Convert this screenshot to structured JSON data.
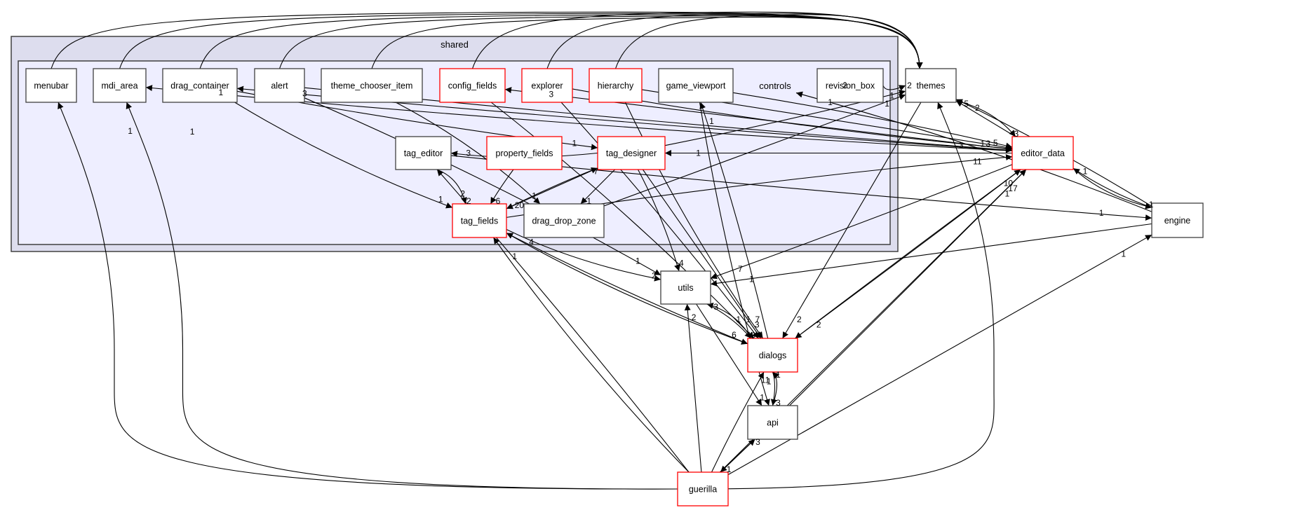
{
  "diagram": {
    "title": "controls directory dependency graph",
    "clusters": {
      "outer_label": "shared",
      "inner_label": "controls"
    },
    "colors": {
      "outer_fill": "#ddddee",
      "inner_fill": "#eeeeff",
      "node_border": "#404040",
      "incomplete_border": "#ff0000",
      "edge": "#000000"
    },
    "nodes": [
      {
        "id": "menubar",
        "label": "menubar",
        "highlight": false
      },
      {
        "id": "mdi_area",
        "label": "mdi_area",
        "highlight": false
      },
      {
        "id": "drag_container",
        "label": "drag_container",
        "highlight": false
      },
      {
        "id": "alert",
        "label": "alert",
        "highlight": false
      },
      {
        "id": "theme_chooser_item",
        "label": "theme_chooser_item",
        "highlight": false
      },
      {
        "id": "config_fields",
        "label": "config_fields",
        "highlight": true
      },
      {
        "id": "explorer",
        "label": "explorer",
        "highlight": true
      },
      {
        "id": "hierarchy",
        "label": "hierarchy",
        "highlight": true
      },
      {
        "id": "game_viewport",
        "label": "game_viewport",
        "highlight": false
      },
      {
        "id": "revision_box",
        "label": "revision_box",
        "highlight": false
      },
      {
        "id": "tag_editor",
        "label": "tag_editor",
        "highlight": false
      },
      {
        "id": "property_fields",
        "label": "property_fields",
        "highlight": true
      },
      {
        "id": "tag_designer",
        "label": "tag_designer",
        "highlight": true
      },
      {
        "id": "tag_fields",
        "label": "tag_fields",
        "highlight": true
      },
      {
        "id": "drag_drop_zone",
        "label": "drag_drop_zone",
        "highlight": false
      },
      {
        "id": "themes",
        "label": "themes",
        "highlight": false
      },
      {
        "id": "editor_data",
        "label": "editor_data",
        "highlight": true
      },
      {
        "id": "engine",
        "label": "engine",
        "highlight": false
      },
      {
        "id": "utils",
        "label": "utils",
        "highlight": false
      },
      {
        "id": "dialogs",
        "label": "dialogs",
        "highlight": true
      },
      {
        "id": "api",
        "label": "api",
        "highlight": false
      },
      {
        "id": "guerilla",
        "label": "guerilla",
        "highlight": true
      }
    ],
    "edges": [
      {
        "from": "menubar",
        "to": "themes",
        "label": "2"
      },
      {
        "from": "mdi_area",
        "to": "themes",
        "label": ""
      },
      {
        "from": "drag_container",
        "to": "themes",
        "label": ""
      },
      {
        "from": "alert",
        "to": "themes",
        "label": ""
      },
      {
        "from": "theme_chooser_item",
        "to": "themes",
        "label": ""
      },
      {
        "from": "config_fields",
        "to": "themes",
        "label": ""
      },
      {
        "from": "explorer",
        "to": "themes",
        "label": ""
      },
      {
        "from": "hierarchy",
        "to": "themes",
        "label": ""
      },
      {
        "from": "guerilla",
        "to": "menubar",
        "label": "1"
      },
      {
        "from": "guerilla",
        "to": "mdi_area",
        "label": "1"
      },
      {
        "from": "editor_data",
        "to": "mdi_area",
        "label": "1"
      },
      {
        "from": "editor_data",
        "to": "drag_container",
        "label": "3"
      },
      {
        "from": "editor_data",
        "to": "config_fields",
        "label": "3"
      },
      {
        "from": "dialogs",
        "to": "game_viewport",
        "label": "1"
      },
      {
        "from": "engine",
        "to": "controls",
        "label": "1"
      },
      {
        "from": "revision_box",
        "to": "themes",
        "label": "2"
      },
      {
        "from": "tag_designer",
        "to": "themes",
        "label": "1"
      },
      {
        "from": "editor_data",
        "to": "themes",
        "label": "5"
      },
      {
        "from": "engine",
        "to": "themes",
        "label": "2"
      },
      {
        "from": "themes",
        "to": "editor_data",
        "label": "3"
      },
      {
        "from": "explorer",
        "to": "editor_data",
        "label": "1"
      },
      {
        "from": "alert",
        "to": "editor_data",
        "label": "3"
      },
      {
        "from": "hierarchy",
        "to": "editor_data",
        "label": "3"
      },
      {
        "from": "game_viewport",
        "to": "editor_data",
        "label": "5"
      },
      {
        "from": "tag_fields",
        "to": "editor_data",
        "label": "11"
      },
      {
        "from": "tag_designer",
        "to": "tag_editor",
        "label": "3"
      },
      {
        "from": "drag_container",
        "to": "tag_designer",
        "label": "1"
      },
      {
        "from": "editor_data",
        "to": "tag_designer",
        "label": "1"
      },
      {
        "from": "guerilla",
        "to": "tag_editor",
        "label": "2"
      },
      {
        "from": "tag_editor",
        "to": "tag_fields",
        "label": "2"
      },
      {
        "from": "drag_container",
        "to": "tag_fields",
        "label": "1"
      },
      {
        "from": "property_fields",
        "to": "tag_fields",
        "label": "6"
      },
      {
        "from": "tag_designer",
        "to": "tag_fields",
        "label": "20"
      },
      {
        "from": "tag_fields",
        "to": "tag_designer",
        "label": "7"
      },
      {
        "from": "theme_chooser_item",
        "to": "drag_drop_zone",
        "label": "1"
      },
      {
        "from": "tag_designer",
        "to": "drag_drop_zone",
        "label": "1"
      },
      {
        "from": "tag_editor",
        "to": "engine",
        "label": "1"
      },
      {
        "from": "drag_drop_zone",
        "to": "themes",
        "label": "1"
      },
      {
        "from": "tag_designer",
        "to": "utils",
        "label": "4"
      },
      {
        "from": "alert",
        "to": "utils",
        "label": "1"
      },
      {
        "from": "tag_fields",
        "to": "utils",
        "label": "2"
      },
      {
        "from": "editor_data",
        "to": "utils",
        "label": "7"
      },
      {
        "from": "engine",
        "to": "utils",
        "label": "1"
      },
      {
        "from": "utils",
        "to": "dialogs",
        "label": "9"
      },
      {
        "from": "dialogs",
        "to": "utils",
        "label": "3"
      },
      {
        "from": "tag_fields",
        "to": "dialogs",
        "label": "6"
      },
      {
        "from": "dialogs",
        "to": "tag_fields",
        "label": "4"
      },
      {
        "from": "tag_designer",
        "to": "dialogs",
        "label": "3"
      },
      {
        "from": "explorer",
        "to": "dialogs",
        "label": "1"
      },
      {
        "from": "config_fields",
        "to": "dialogs",
        "label": "1"
      },
      {
        "from": "hierarchy",
        "to": "dialogs",
        "label": "7"
      },
      {
        "from": "editor_data",
        "to": "dialogs",
        "label": "2"
      },
      {
        "from": "themes",
        "to": "dialogs",
        "label": "2"
      },
      {
        "from": "dialogs",
        "to": "editor_data",
        "label": "10"
      },
      {
        "from": "api",
        "to": "editor_data",
        "label": "17"
      },
      {
        "from": "editor_data",
        "to": "engine",
        "label": "1"
      },
      {
        "from": "engine",
        "to": "editor_data",
        "label": "1"
      },
      {
        "from": "utils",
        "to": "api",
        "label": "1"
      },
      {
        "from": "dialogs",
        "to": "api",
        "label": "3"
      },
      {
        "from": "api",
        "to": "dialogs",
        "label": "1"
      },
      {
        "from": "game_viewport",
        "to": "api",
        "label": "1"
      },
      {
        "from": "guerilla",
        "to": "dialogs",
        "label": "11"
      },
      {
        "from": "guerilla",
        "to": "utils",
        "label": "2"
      },
      {
        "from": "guerilla",
        "to": "api",
        "label": "3"
      },
      {
        "from": "api",
        "to": "guerilla",
        "label": "1"
      },
      {
        "from": "guerilla",
        "to": "tag_fields",
        "label": "1"
      },
      {
        "from": "guerilla",
        "to": "editor_data",
        "label": "1"
      },
      {
        "from": "guerilla",
        "to": "engine",
        "label": "1"
      },
      {
        "from": "guerilla",
        "to": "themes",
        "label": ""
      }
    ]
  }
}
